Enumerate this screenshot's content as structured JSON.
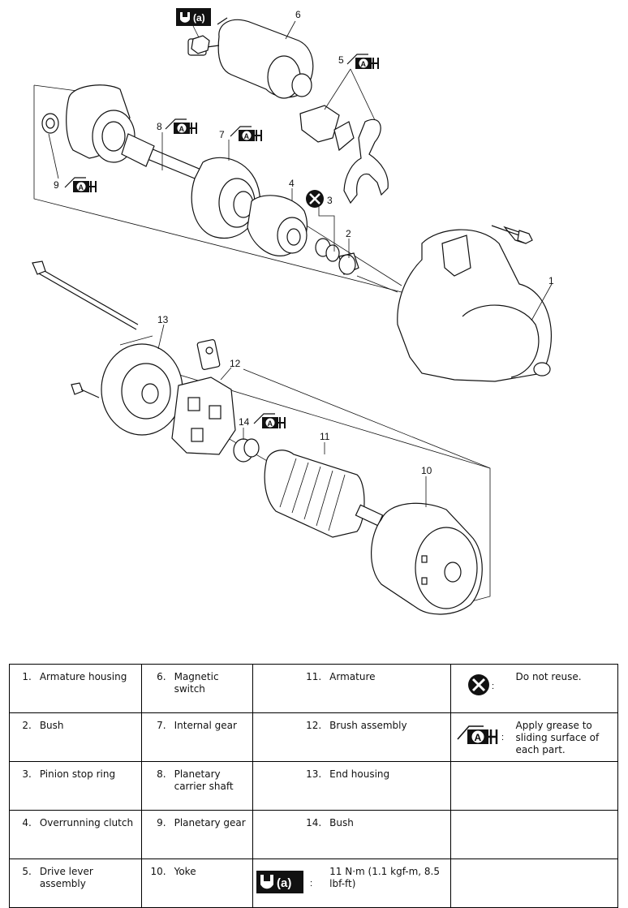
{
  "diagram": {
    "callouts": [
      "1",
      "2",
      "3",
      "4",
      "5",
      "6",
      "7",
      "8",
      "9",
      "10",
      "11",
      "12",
      "13",
      "14"
    ],
    "torque_symbol_text": "(a)",
    "grease_symbol_text": "A"
  },
  "legend": {
    "rows": [
      {
        "n1": "1.",
        "t1": "Armature housing",
        "n2": "6.",
        "t2": "Magnetic switch",
        "n3": "11.",
        "t3": "Armature",
        "sym": "do-not-reuse",
        "colon": ":",
        "t4": "Do not reuse."
      },
      {
        "n1": "2.",
        "t1": "Bush",
        "n2": "7.",
        "t2": "Internal gear",
        "n3": "12.",
        "t3": "Brush assembly",
        "sym": "grease",
        "colon": ":",
        "t4": "Apply grease to sliding surface of each part."
      },
      {
        "n1": "3.",
        "t1": "Pinion stop ring",
        "n2": "8.",
        "t2": "Planetary carrier shaft",
        "n3": "13.",
        "t3": "End housing",
        "sym": "",
        "colon": "",
        "t4": ""
      },
      {
        "n1": "4.",
        "t1": "Overrunning clutch",
        "n2": "9.",
        "t2": "Planetary gear",
        "n3": "14.",
        "t3": "Bush",
        "sym": "",
        "colon": "",
        "t4": ""
      },
      {
        "n1": "5.",
        "t1": "Drive lever assembly",
        "n2": "10.",
        "t2": "Yoke",
        "n3": "",
        "t3": "11 N·m (1.1 kgf-m, 8.5 lbf-ft)",
        "sym": "torque",
        "colon": ":",
        "t4": ""
      }
    ],
    "torque_label": "(a)",
    "grease_label": "A"
  }
}
